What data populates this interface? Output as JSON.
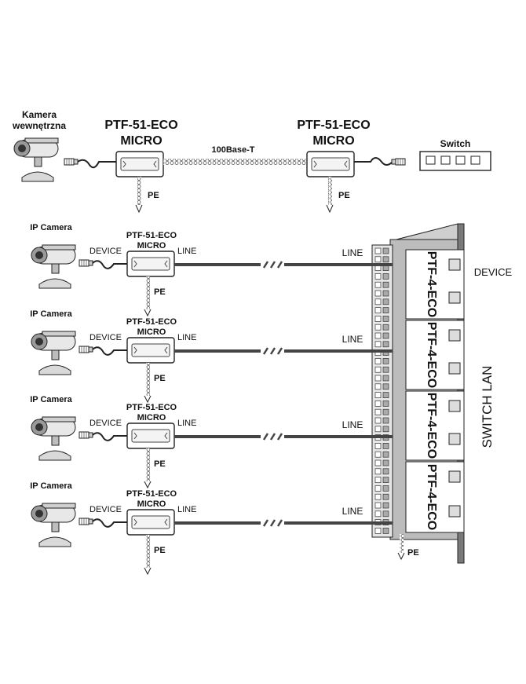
{
  "top": {
    "camera_label_1": "Kamera",
    "camera_label_2": "wewnętrzna",
    "protector_left_1": "PTF-51-ECO",
    "protector_left_2": "MICRO",
    "protector_right_1": "PTF-51-ECO",
    "protector_right_2": "MICRO",
    "cable_label": "100Base-T",
    "switch_label": "Switch",
    "pe_left": "PE",
    "pe_right": "PE"
  },
  "rows": [
    {
      "camera": "IP Camera",
      "device": "DEVICE",
      "protector_1": "PTF-51-ECO",
      "protector_2": "MICRO",
      "line_left": "LINE",
      "line_right": "LINE",
      "pe": "PE"
    },
    {
      "camera": "IP Camera",
      "device": "DEVICE",
      "protector_1": "PTF-51-ECO",
      "protector_2": "MICRO",
      "line_left": "LINE",
      "line_right": "LINE",
      "pe": "PE"
    },
    {
      "camera": "IP Camera",
      "device": "DEVICE",
      "protector_1": "PTF-51-ECO",
      "protector_2": "MICRO",
      "line_left": "LINE",
      "line_right": "LINE",
      "pe": "PE"
    },
    {
      "camera": "IP Camera",
      "device": "DEVICE",
      "protector_1": "PTF-51-ECO",
      "protector_2": "MICRO",
      "line_left": "LINE",
      "line_right": "LINE",
      "pe": "PE"
    }
  ],
  "panel": {
    "module_label": "PTF-4-ECO",
    "device_label": "DEVICE",
    "switch_lan_label": "SWITCH LAN",
    "pe_label": "PE"
  }
}
